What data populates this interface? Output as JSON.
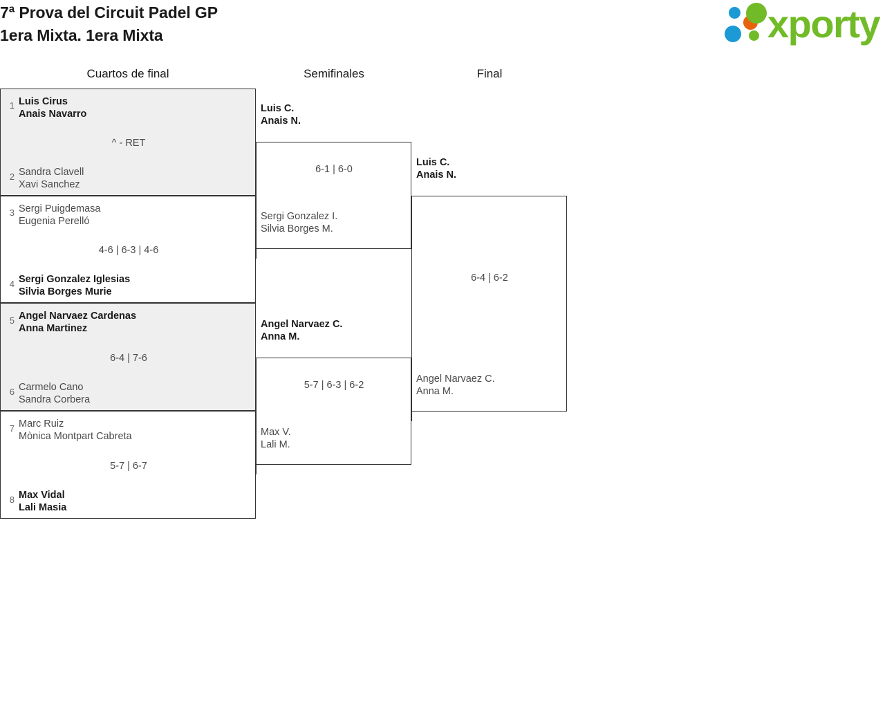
{
  "header": {
    "title_line1": "7ª Prova del Circuit Padel GP",
    "title_line2": "1era Mixta. 1era Mixta",
    "logo_wordmark": "xporty"
  },
  "colors": {
    "brand_green": "#72bb28",
    "brand_blue": "#1b9ad6",
    "brand_orange": "#e8610d",
    "shaded_row": "#efefef",
    "border": "#333333",
    "text_primary": "#1a1a1a",
    "text_secondary": "#4a4a4a"
  },
  "rounds": [
    {
      "label": "Cuartos de final"
    },
    {
      "label": "Semifinales"
    },
    {
      "label": "Final"
    }
  ],
  "quarterfinals": [
    {
      "shaded": true,
      "score": "^ - RET",
      "top": {
        "seed": "1",
        "line1": "Luis Cirus",
        "line2": "Anais Navarro",
        "winner": true
      },
      "bottom": {
        "seed": "2",
        "line1": "Sandra Clavell",
        "line2": "Xavi Sanchez",
        "winner": false
      }
    },
    {
      "shaded": false,
      "score": "4-6 | 6-3 | 4-6",
      "top": {
        "seed": "3",
        "line1": "Sergi Puigdemasa",
        "line2": "Eugenia Perelló",
        "winner": false
      },
      "bottom": {
        "seed": "4",
        "line1": "Sergi Gonzalez Iglesias",
        "line2": "Silvia Borges Murie",
        "winner": true
      }
    },
    {
      "shaded": true,
      "score": "6-4 | 7-6",
      "top": {
        "seed": "5",
        "line1": "Angel Narvaez Cardenas",
        "line2": "Anna Martinez",
        "winner": true
      },
      "bottom": {
        "seed": "6",
        "line1": "Carmelo Cano",
        "line2": "Sandra Corbera",
        "winner": false
      }
    },
    {
      "shaded": false,
      "score": "5-7 | 6-7",
      "top": {
        "seed": "7",
        "line1": "Marc Ruiz",
        "line2": "Mònica Montpart Cabreta",
        "winner": false
      },
      "bottom": {
        "seed": "8",
        "line1": "Max Vidal",
        "line2": "Lali Masia",
        "winner": true
      }
    }
  ],
  "semifinals": [
    {
      "score": "6-1 | 6-0",
      "top": {
        "line1": "Luis C.",
        "line2": "Anais N.",
        "winner": true
      },
      "bottom": {
        "line1": "Sergi Gonzalez I.",
        "line2": "Silvia Borges M.",
        "winner": false
      }
    },
    {
      "score": "5-7 | 6-3 | 6-2",
      "top": {
        "line1": "Angel Narvaez C.",
        "line2": "Anna M.",
        "winner": true
      },
      "bottom": {
        "line1": "Max V.",
        "line2": "Lali M.",
        "winner": false
      }
    }
  ],
  "final": [
    {
      "score": "6-4 | 6-2",
      "top": {
        "line1": "Luis C.",
        "line2": "Anais N.",
        "winner": true
      },
      "bottom": {
        "line1": "Angel Narvaez C.",
        "line2": "Anna M.",
        "winner": false
      }
    }
  ]
}
